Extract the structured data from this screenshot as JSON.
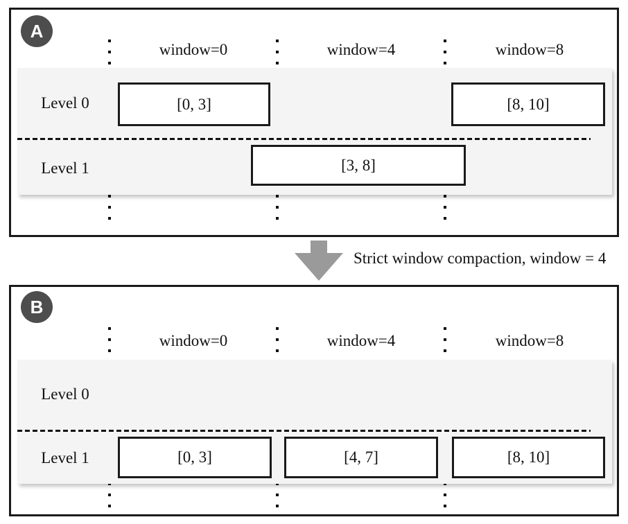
{
  "figure": {
    "description_colors": {
      "badge_bg": "#4d4d4d",
      "badge_text": "#ffffff",
      "band_bg": "#f4f4f4",
      "arrow": "#9a9a9a",
      "line": "#111111",
      "box_border": "#1a1a1a"
    }
  },
  "panels": [
    {
      "badge": "A",
      "column_headers": [
        "window=0",
        "window=4",
        "window=8"
      ],
      "rows": [
        {
          "label": "Level 0",
          "boxes": [
            {
              "label": "[0, 3]"
            },
            {
              "label": "[8, 10]"
            }
          ]
        },
        {
          "label": "Level 1",
          "boxes": [
            {
              "label": "[3, 8]"
            }
          ]
        }
      ]
    },
    {
      "badge": "B",
      "column_headers": [
        "window=0",
        "window=4",
        "window=8"
      ],
      "rows": [
        {
          "label": "Level 0",
          "boxes": []
        },
        {
          "label": "Level 1",
          "boxes": [
            {
              "label": "[0, 3]"
            },
            {
              "label": "[4, 7]"
            },
            {
              "label": "[8, 10]"
            }
          ]
        }
      ]
    }
  ],
  "transition": {
    "arrow_icon": "down-arrow-icon",
    "label": "Strict window compaction, window = 4"
  }
}
